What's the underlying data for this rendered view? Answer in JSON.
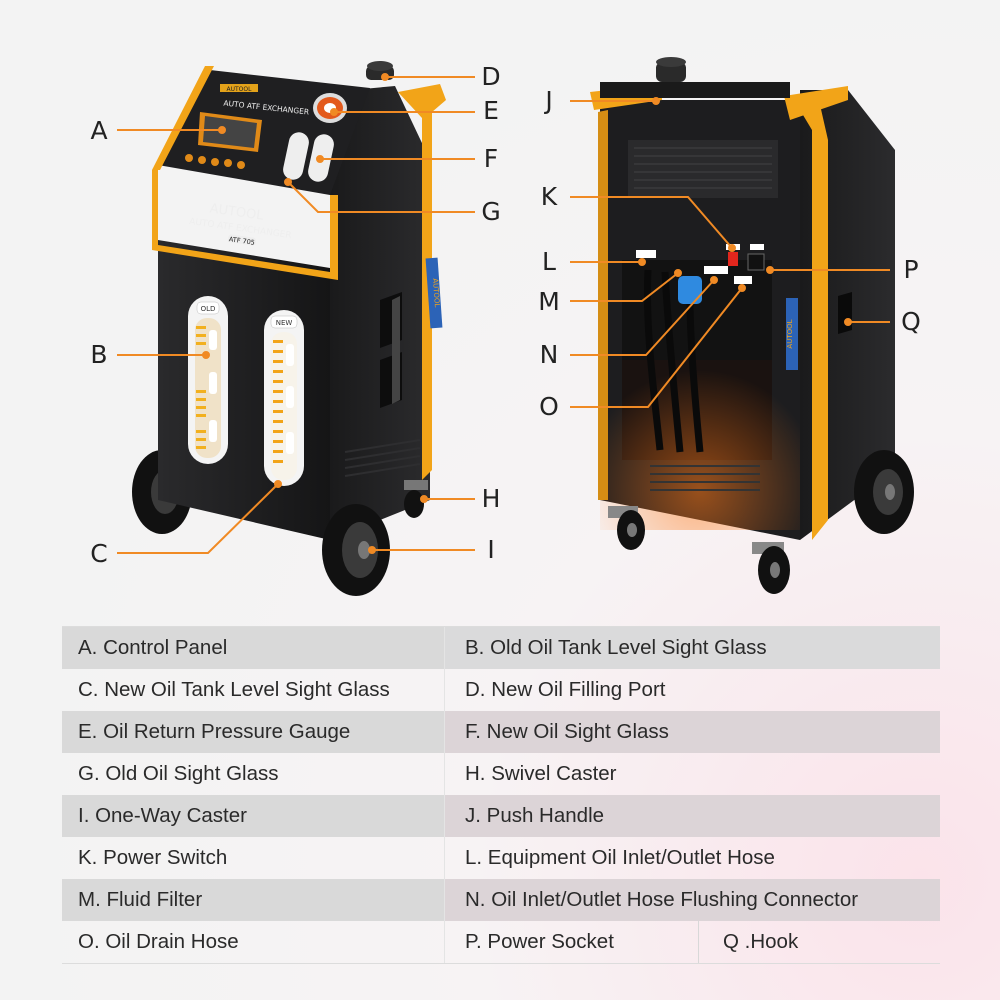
{
  "callouts": {
    "A": "A",
    "B": "B",
    "C": "C",
    "D": "D",
    "E": "E",
    "F": "F",
    "G": "G",
    "H": "H",
    "I": "I",
    "J": "J",
    "K": "K",
    "L": "L",
    "M": "M",
    "N": "N",
    "O": "O",
    "P": "P",
    "Q": "Q"
  },
  "machine_text": {
    "brand_badge": "AUTOOL",
    "header_title": "AUTO ATF EXCHANGER",
    "brand": "AUTOOL",
    "product": "AUTO ATF EXCHANGER",
    "model": "ATF 705",
    "old_label": "OLD",
    "new_label": "NEW",
    "side_logo": "AUTOOL"
  },
  "legend": {
    "rows": [
      {
        "left": "A. Control Panel",
        "right": "B. Old Oil Tank Level Sight Glass"
      },
      {
        "left": "C. New Oil Tank Level Sight Glass",
        "right": "D. New Oil Filling Port"
      },
      {
        "left": "E. Oil Return Pressure Gauge",
        "right": "F. New Oil Sight Glass"
      },
      {
        "left": "G. Old Oil Sight Glass",
        "right": "H. Swivel Caster"
      },
      {
        "left": "I.  One-Way Caster",
        "right": "J. Push Handle"
      },
      {
        "left": "K. Power Switch",
        "right": "L. Equipment Oil Inlet/Outlet Hose"
      },
      {
        "left": "M. Fluid Filter",
        "right": "N. Oil Inlet/Outlet Hose Flushing Connector"
      }
    ],
    "last_row": {
      "left": "O. Oil Drain Hose",
      "middle": "P. Power Socket",
      "right": "Q .Hook"
    }
  },
  "colors": {
    "machine_body": "#1c1c1e",
    "frame_yellow": "#f2a418",
    "callout_line": "#f08a24",
    "row_shade": "#d9d9d9"
  }
}
